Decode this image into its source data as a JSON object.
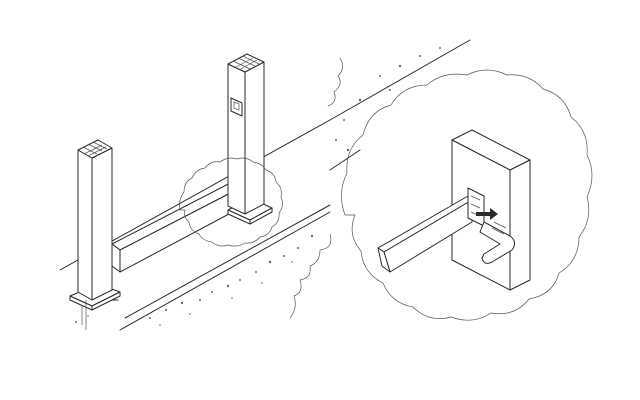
{
  "figure": {
    "kind": "isometric assembly illustration",
    "line_color": "#2a2a2a",
    "background": "#ffffff"
  },
  "parts": {
    "left_post": "post-left",
    "right_post": "post-right",
    "rail": "horizontal-rail",
    "bracket": "rail-bracket",
    "fastener": "fastener-with-arrow"
  },
  "icons": [
    "magnifier-bubble-icon",
    "insert-arrow-icon"
  ]
}
